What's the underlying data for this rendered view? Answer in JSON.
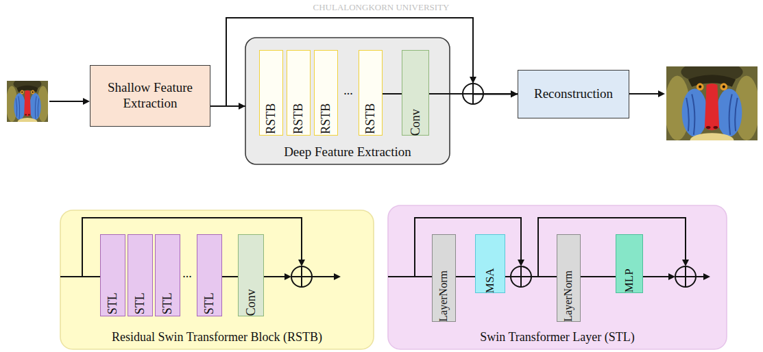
{
  "diagram": {
    "nodes": [
      {
        "text": [
          "Shallow Feature Extraction"
        ]
      },
      {
        "text": [
          "Deep Feature Extraction"
        ]
      },
      {
        "text": [
          "RSTB"
        ],
        "in": 1
      },
      {
        "text": [
          "RSTB"
        ],
        "in": 1
      },
      {
        "text": [
          "RSTB"
        ],
        "in": 1
      },
      {
        "text": [
          "RSTB"
        ],
        "in": 1
      },
      {
        "text": [
          "Conv"
        ],
        "in": 1
      },
      {
        "text": [
          "Reconstruction"
        ]
      },
      {
        "text": [
          "Residual Swin Transformer Block (RSTB)"
        ]
      },
      {
        "text": [
          "STL"
        ],
        "in": 8
      },
      {
        "text": [
          "STL"
        ],
        "in": 8
      },
      {
        "text": [
          "STL"
        ],
        "in": 8
      },
      {
        "text": [
          "STL"
        ],
        "in": 8
      },
      {
        "text": [
          "Conv"
        ],
        "in": 8
      },
      {
        "text": [
          "Swin Transformer Layer (STL)"
        ]
      },
      {
        "text": [
          "LayerNorm"
        ],
        "in": 14
      },
      {
        "text": [
          "MSA"
        ],
        "in": 14
      },
      {
        "text": [
          "LayerNorm"
        ],
        "in": 14
      },
      {
        "text": [
          "MLP"
        ],
        "in": 14
      }
    ],
    "edges": [
      {
        "from": 0,
        "to": 1,
        "arrow": "to"
      },
      {
        "from": 5,
        "to": 6,
        "arrow": "none"
      },
      {
        "from": 6,
        "to": 7,
        "arrow": "to"
      },
      {
        "from": 0,
        "to": 7,
        "arrow": "to"
      },
      {
        "from": 12,
        "to": 13,
        "arrow": "none"
      },
      {
        "from": 15,
        "to": 16,
        "arrow": "none"
      },
      {
        "from": 16,
        "to": 17,
        "arrow": "none"
      },
      {
        "from": 17,
        "to": 18,
        "arrow": "none"
      }
    ],
    "labels": [
      "CHULALONGKORN UNIVERSITY",
      "...",
      "..."
    ]
  }
}
